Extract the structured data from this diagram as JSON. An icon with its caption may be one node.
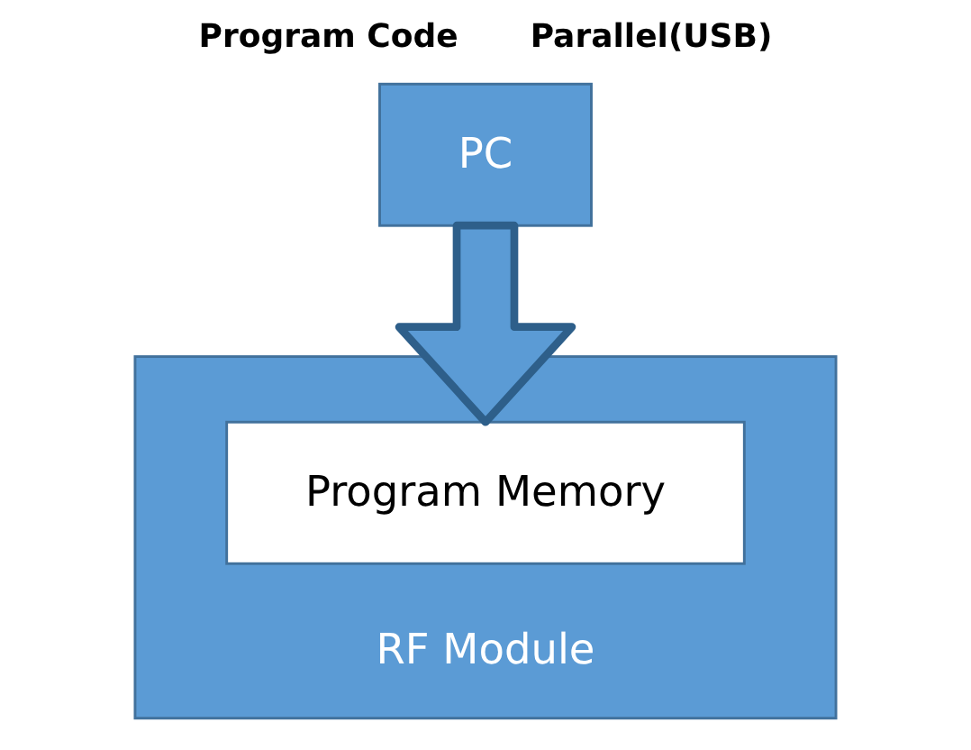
{
  "diagram": {
    "nodes": [
      {
        "text": [
          "PC"
        ]
      },
      {
        "text": [
          "RF Module"
        ]
      },
      {
        "text": [
          "Program Memory"
        ],
        "in": 1
      }
    ],
    "edges": [
      {
        "from": 0,
        "to": 2,
        "arrow": "to",
        "style": "thick"
      }
    ],
    "labels": [
      "Program Code",
      "Parallel(USB)"
    ]
  }
}
